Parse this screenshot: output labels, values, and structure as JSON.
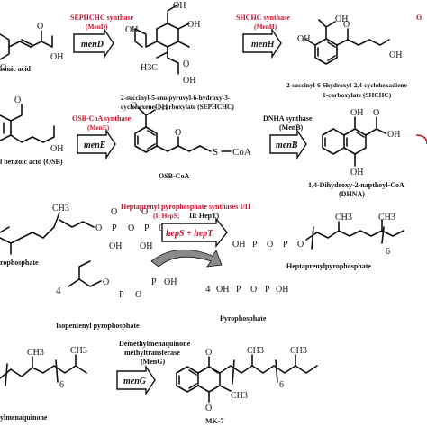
{
  "labels": {
    "chorismic_acid": "ismic acid",
    "sephchc_line1": "2-succinyl-5-enolpyruvyl-6-hydroxy-3-",
    "sephchc_line2": "cyclohexene-1-carboxylate (SEPHCHC)",
    "shchc_line1": "2-succinyl-6-6hydroxyl-2,4-cyclohexadiene-",
    "shchc_line2": "1-carboxylate (SHCHC)",
    "osb": "l benzoic acid (OSB)",
    "osb_coa": "OSB-CoA",
    "dhna_line1": "1,4-Dihydroxy-2-napthoyl-CoA",
    "dhna_line2": "(DHNA)",
    "farnesyl_pp": "rophosphate",
    "isopentenyl_pp": "Isopentenyl pyrophosphate",
    "heptaprenyl_pp": "Heptaprenylpyrophosphate",
    "pyrophosphate": "Pyrophosphate",
    "demethylmenaquinone": "ylmenaquinone",
    "mk7": "MK-7"
  },
  "enzymes": {
    "mend_name": "SEPHCHC synthase",
    "mend_sub": "(MenD)",
    "mend_gene": "menD",
    "menh_name": "SHCHC synthase",
    "menh_sub": "(MenH)",
    "menh_gene": "menH",
    "mene_name": "OSB-CoA synthase",
    "mene_sub": "(MenE)",
    "mene_gene": "menE",
    "menb_name": "DNHA synthase",
    "menb_sub": "(MenB)",
    "menb_gene": "menB",
    "hep_name": "Heptaprenyl pyrophosphate synthases I/II",
    "hep_sub1": "(I: HepS;",
    "hep_sub2": "II: HepT)",
    "hep_gene": "hepS + hepT",
    "meng_name1": "Demethylmenaquinone",
    "meng_name2": "methyltransferase",
    "meng_sub": "(MenG)",
    "meng_gene": "menG",
    "top_right_partial": "O"
  },
  "atoms": {
    "OH": "OH",
    "O": "O",
    "P": "P",
    "CH3": "CH3",
    "H3C": "H3C",
    "S": "S",
    "CoA": "CoA",
    "repeat": "6",
    "stoich": "4"
  },
  "colors": {
    "enzyme_red": "#c8102e",
    "ink": "#111111",
    "arrow_gray": "#8a8a8a"
  }
}
